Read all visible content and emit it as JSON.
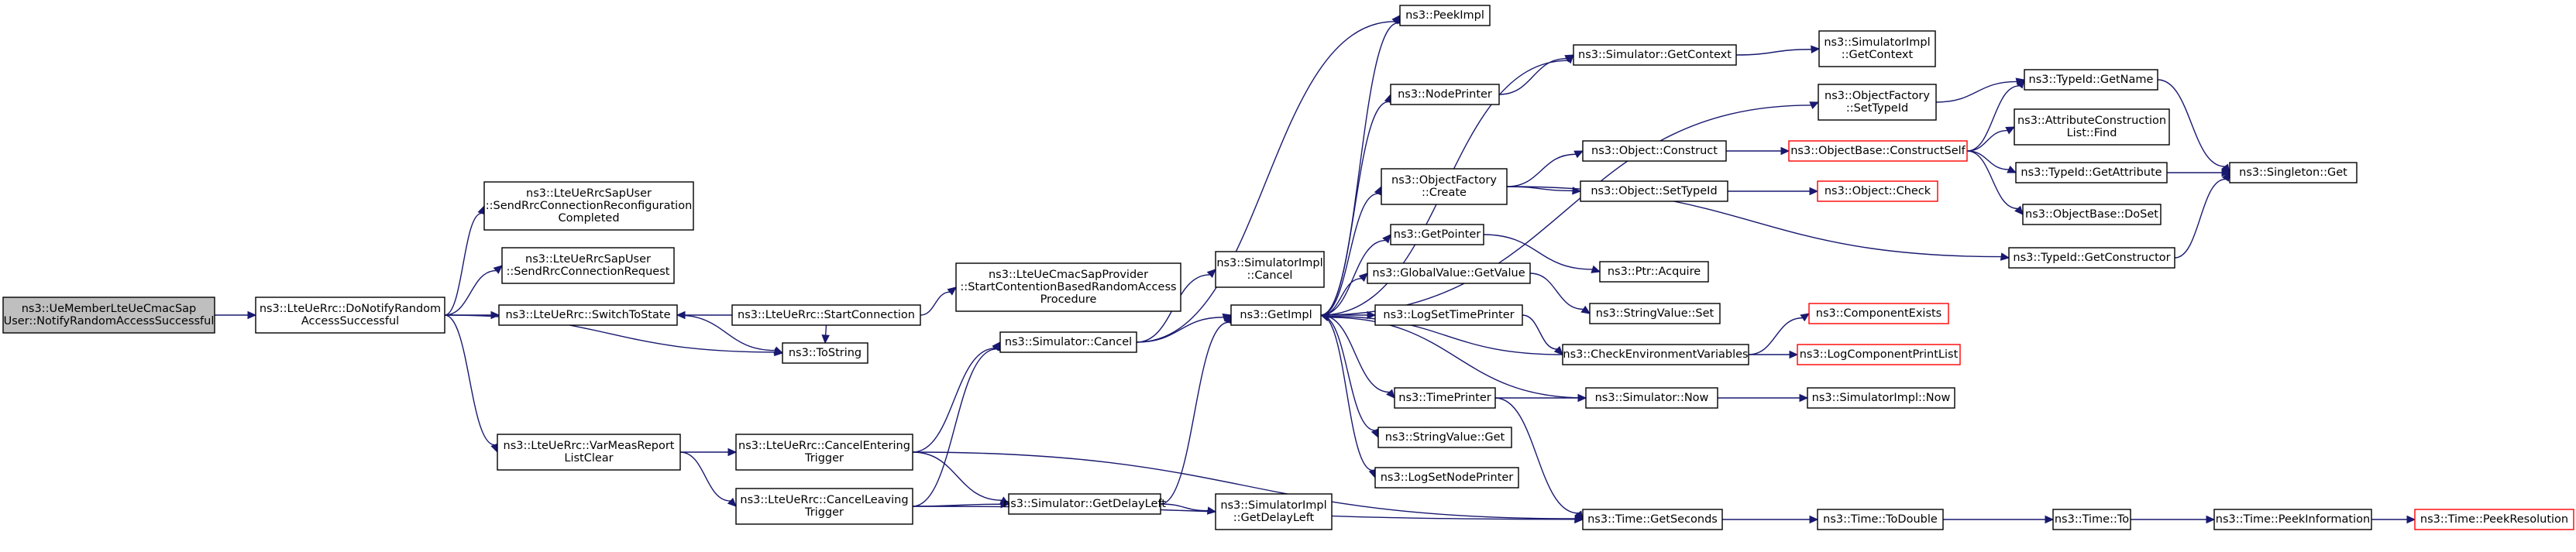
{
  "graph": {
    "edge_color": "#191970",
    "root_fill": "#bfbfbf",
    "missing_border_color": "#ff0000",
    "nodes": [
      {
        "id": "root",
        "lines": [
          "ns3::UeMemberLteUeCmacSap",
          "User::NotifyRandomAccessSuccessful"
        ],
        "style": "root"
      },
      {
        "id": "notify",
        "lines": [
          "ns3::LteUeRrc::DoNotifyRandom",
          "AccessSuccessful"
        ]
      },
      {
        "id": "sendcomplete",
        "lines": [
          "ns3::LteUeRrcSapUser",
          "::SendRrcConnectionReconfiguration",
          "Completed"
        ]
      },
      {
        "id": "sendreq",
        "lines": [
          "ns3::LteUeRrcSapUser",
          "::SendRrcConnectionRequest"
        ]
      },
      {
        "id": "switch",
        "lines": [
          "ns3::LteUeRrc::SwitchToState"
        ]
      },
      {
        "id": "tostring",
        "lines": [
          "ns3::ToString"
        ]
      },
      {
        "id": "varmeas",
        "lines": [
          "ns3::LteUeRrc::VarMeasReport",
          "ListClear"
        ]
      },
      {
        "id": "startconn",
        "lines": [
          "ns3::LteUeRrc::StartConnection"
        ]
      },
      {
        "id": "startcont",
        "lines": [
          "ns3::LteUeCmacSapProvider",
          "::StartContentionBasedRandomAccess",
          "Procedure"
        ]
      },
      {
        "id": "cancelent",
        "lines": [
          "ns3::LteUeRrc::CancelEntering",
          "Trigger"
        ]
      },
      {
        "id": "cancelleave",
        "lines": [
          "ns3::LteUeRrc::CancelLeaving",
          "Trigger"
        ]
      },
      {
        "id": "simcancel",
        "lines": [
          "ns3::Simulator::Cancel"
        ]
      },
      {
        "id": "getdelay",
        "lines": [
          "ns3::Simulator::GetDelayLeft"
        ]
      },
      {
        "id": "implcancel",
        "lines": [
          "ns3::SimulatorImpl",
          "::Cancel"
        ]
      },
      {
        "id": "getimpl",
        "lines": [
          "ns3::GetImpl"
        ]
      },
      {
        "id": "impldelay",
        "lines": [
          "ns3::SimulatorImpl",
          "::GetDelayLeft"
        ]
      },
      {
        "id": "peekimpl",
        "lines": [
          "ns3::PeekImpl"
        ]
      },
      {
        "id": "nodeprinter",
        "lines": [
          "ns3::NodePrinter"
        ]
      },
      {
        "id": "objfactcreate",
        "lines": [
          "ns3::ObjectFactory",
          "::Create"
        ]
      },
      {
        "id": "getpointer",
        "lines": [
          "ns3::GetPointer"
        ]
      },
      {
        "id": "globalvalue",
        "lines": [
          "ns3::GlobalValue::GetValue"
        ]
      },
      {
        "id": "logsettime",
        "lines": [
          "ns3::LogSetTimePrinter"
        ]
      },
      {
        "id": "timeprinter",
        "lines": [
          "ns3::TimePrinter"
        ]
      },
      {
        "id": "stringget",
        "lines": [
          "ns3::StringValue::Get"
        ]
      },
      {
        "id": "logsetnode",
        "lines": [
          "ns3::LogSetNodePrinter"
        ]
      },
      {
        "id": "simcontext",
        "lines": [
          "ns3::Simulator::GetContext"
        ]
      },
      {
        "id": "objconstruct",
        "lines": [
          "ns3::Object::Construct"
        ]
      },
      {
        "id": "objsettypeid",
        "lines": [
          "ns3::Object::SetTypeId"
        ]
      },
      {
        "id": "ptracquire",
        "lines": [
          "ns3::Ptr::Acquire"
        ]
      },
      {
        "id": "stringset",
        "lines": [
          "ns3::StringValue::Set"
        ]
      },
      {
        "id": "checkenv",
        "lines": [
          "ns3::CheckEnvironmentVariables"
        ]
      },
      {
        "id": "simnow",
        "lines": [
          "ns3::Simulator::Now"
        ]
      },
      {
        "id": "getseconds",
        "lines": [
          "ns3::Time::GetSeconds"
        ]
      },
      {
        "id": "implcontext",
        "lines": [
          "ns3::SimulatorImpl",
          "::GetContext"
        ]
      },
      {
        "id": "factsettypeid",
        "lines": [
          "ns3::ObjectFactory",
          "::SetTypeId"
        ]
      },
      {
        "id": "constructself",
        "lines": [
          "ns3::ObjectBase::ConstructSelf"
        ],
        "style": "red"
      },
      {
        "id": "objcheck",
        "lines": [
          "ns3::Object::Check"
        ],
        "style": "red"
      },
      {
        "id": "compexists",
        "lines": [
          "ns3::ComponentExists"
        ],
        "style": "red"
      },
      {
        "id": "logcomplist",
        "lines": [
          "ns3::LogComponentPrintList"
        ],
        "style": "red"
      },
      {
        "id": "implnow",
        "lines": [
          "ns3::SimulatorImpl::Now"
        ]
      },
      {
        "id": "todouble",
        "lines": [
          "ns3::Time::ToDouble"
        ]
      },
      {
        "id": "typeidname",
        "lines": [
          "ns3::TypeId::GetName"
        ]
      },
      {
        "id": "attrfind",
        "lines": [
          "ns3::AttributeConstruction",
          "List::Find"
        ]
      },
      {
        "id": "getattr",
        "lines": [
          "ns3::TypeId::GetAttribute"
        ]
      },
      {
        "id": "doset",
        "lines": [
          "ns3::ObjectBase::DoSet"
        ]
      },
      {
        "id": "getconstructor",
        "lines": [
          "ns3::TypeId::GetConstructor"
        ]
      },
      {
        "id": "timeto",
        "lines": [
          "ns3::Time::To"
        ]
      },
      {
        "id": "singleton",
        "lines": [
          "ns3::Singleton::Get"
        ]
      },
      {
        "id": "peekinfo",
        "lines": [
          "ns3::Time::PeekInformation"
        ]
      },
      {
        "id": "peekres",
        "lines": [
          "ns3::Time::PeekResolution"
        ],
        "style": "red"
      }
    ],
    "edges": [
      [
        "root",
        "notify"
      ],
      [
        "notify",
        "sendcomplete"
      ],
      [
        "notify",
        "sendreq"
      ],
      [
        "notify",
        "switch"
      ],
      [
        "notify",
        "tostring"
      ],
      [
        "notify",
        "varmeas"
      ],
      [
        "switch",
        "tostring"
      ],
      [
        "startconn",
        "switch"
      ],
      [
        "startconn",
        "startcont"
      ],
      [
        "startconn",
        "tostring"
      ],
      [
        "varmeas",
        "cancelent"
      ],
      [
        "varmeas",
        "cancelleave"
      ],
      [
        "cancelent",
        "simcancel"
      ],
      [
        "cancelent",
        "getdelay"
      ],
      [
        "cancelent",
        "getseconds"
      ],
      [
        "cancelleave",
        "simcancel"
      ],
      [
        "cancelleave",
        "getdelay"
      ],
      [
        "cancelleave",
        "getseconds"
      ],
      [
        "simcancel",
        "implcancel"
      ],
      [
        "simcancel",
        "getimpl"
      ],
      [
        "simcancel",
        "peekimpl"
      ],
      [
        "getdelay",
        "getimpl"
      ],
      [
        "getdelay",
        "impldelay"
      ],
      [
        "getimpl",
        "peekimpl"
      ],
      [
        "getimpl",
        "nodeprinter"
      ],
      [
        "getimpl",
        "simcontext"
      ],
      [
        "getimpl",
        "factsettypeid"
      ],
      [
        "getimpl",
        "objfactcreate"
      ],
      [
        "getimpl",
        "getpointer"
      ],
      [
        "getimpl",
        "globalvalue"
      ],
      [
        "getimpl",
        "logsettime"
      ],
      [
        "getimpl",
        "timeprinter"
      ],
      [
        "getimpl",
        "stringget"
      ],
      [
        "getimpl",
        "logsetnode"
      ],
      [
        "checkenv",
        "getimpl"
      ],
      [
        "simnow",
        "getimpl"
      ],
      [
        "nodeprinter",
        "simcontext"
      ],
      [
        "simcontext",
        "implcontext"
      ],
      [
        "objfactcreate",
        "objconstruct"
      ],
      [
        "objfactcreate",
        "objsettypeid"
      ],
      [
        "objfactcreate",
        "getconstructor"
      ],
      [
        "objconstruct",
        "constructself"
      ],
      [
        "objsettypeid",
        "objcheck"
      ],
      [
        "getpointer",
        "ptracquire"
      ],
      [
        "globalvalue",
        "stringset"
      ],
      [
        "logsettime",
        "checkenv"
      ],
      [
        "timeprinter",
        "simnow"
      ],
      [
        "timeprinter",
        "getseconds"
      ],
      [
        "simnow",
        "implnow"
      ],
      [
        "checkenv",
        "compexists"
      ],
      [
        "checkenv",
        "logcomplist"
      ],
      [
        "factsettypeid",
        "typeidname"
      ],
      [
        "constructself",
        "typeidname"
      ],
      [
        "constructself",
        "attrfind"
      ],
      [
        "constructself",
        "getattr"
      ],
      [
        "constructself",
        "doset"
      ],
      [
        "getattr",
        "singleton"
      ],
      [
        "typeidname",
        "singleton"
      ],
      [
        "getconstructor",
        "singleton"
      ],
      [
        "getseconds",
        "todouble"
      ],
      [
        "todouble",
        "timeto"
      ],
      [
        "timeto",
        "peekinfo"
      ],
      [
        "peekinfo",
        "peekres"
      ]
    ]
  }
}
